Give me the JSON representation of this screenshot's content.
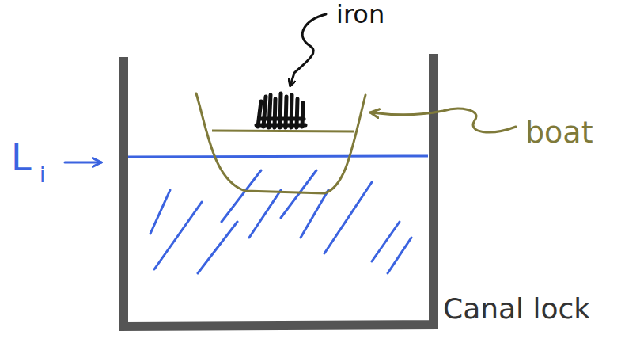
{
  "diagram": {
    "labels": [
      "iron",
      "boat",
      "L",
      "i",
      "Canal lock"
    ]
  }
}
